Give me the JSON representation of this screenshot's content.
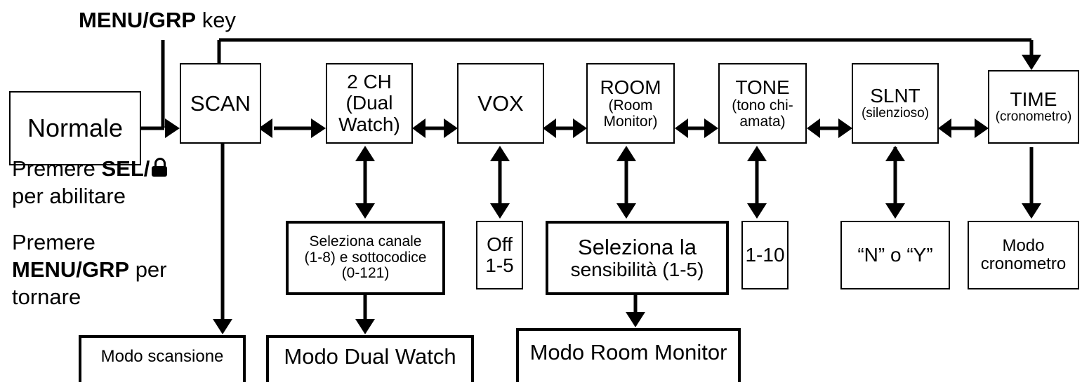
{
  "header": {
    "menu_key_bold": "MENU/GRP",
    "menu_key_rest": " key"
  },
  "normal_box": "Normale",
  "modes": [
    {
      "id": "scan",
      "title": "SCAN"
    },
    {
      "id": "2ch",
      "line1": "2 CH",
      "line2": "(Dual",
      "line3": "Watch)"
    },
    {
      "id": "vox",
      "title": "VOX"
    },
    {
      "id": "room",
      "line1": "ROOM",
      "line2": "(Room",
      "line3": "Monitor)"
    },
    {
      "id": "tone",
      "line1": "TONE",
      "line2": "(tono chi-",
      "line3": "amata)"
    },
    {
      "id": "slnt",
      "line1": "SLNT",
      "line2": "(silenzioso)"
    },
    {
      "id": "time",
      "line1": "TIME",
      "line2": "(cronometro)"
    }
  ],
  "instructions": {
    "sel_line1": "Premere ",
    "sel_key": "SEL/",
    "sel_line2": "per abilitare",
    "menu_line1": "Premere",
    "menu_key": "MENU/GRP",
    "menu_line2_rest": " per",
    "menu_line3": "tornare"
  },
  "settings": {
    "dual": {
      "line1": "Seleziona canale",
      "line2": "(1-8) e sottocodice",
      "line3": "(0-121)"
    },
    "vox": {
      "line1": "Off",
      "line2": "1-5"
    },
    "room": {
      "line1": "Seleziona la",
      "line2": "sensibilità (1-5)"
    },
    "tone": {
      "value": "1-10"
    },
    "slnt": {
      "value": "“N” o “Y”"
    },
    "time": {
      "line1": "Modo",
      "line2": "cronometro"
    }
  },
  "result_modes": {
    "scan": "Modo scansione",
    "dual": "Modo Dual Watch",
    "room": "Modo Room Monitor"
  },
  "icons": [
    "lock-icon"
  ]
}
